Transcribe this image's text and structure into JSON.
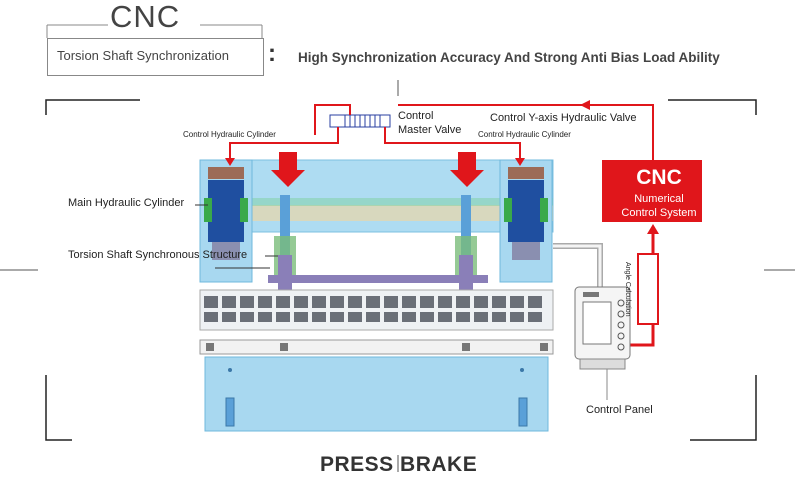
{
  "header": {
    "cnc_title": "CNC",
    "subtitle": "Torsion Shaft Synchronization",
    "colon": ":",
    "headline": "High Synchronization Accuracy And Strong Anti Bias Load Ability"
  },
  "labels": {
    "control_hydraulic_cylinder_left": "Control Hydraulic Cylinder",
    "control_hydraulic_cylinder_right": "Control Hydraulic Cylinder",
    "control_master_valve_line1": "Control",
    "control_master_valve_line2": "Master Valve",
    "control_y_axis_valve": "Control Y-axis Hydraulic Valve",
    "main_hydraulic_cylinder": "Main Hydraulic Cylinder",
    "torsion_shaft_structure": "Torsion Shaft Synchronous Structure",
    "control_panel": "Control Panel",
    "angle_calculation": "Angle Calculation"
  },
  "cnc_box": {
    "title": "CNC",
    "line1": "Numerical",
    "line2": "Control System"
  },
  "footer": {
    "title": "PRESS BRAKE"
  },
  "colors": {
    "accent_red": "#e0161b",
    "machine_blue": "#a8d8f0",
    "cylinder_blue": "#1f4fa0",
    "cylinder_green": "#3aa94a",
    "brown_cap": "#9c6b57"
  }
}
